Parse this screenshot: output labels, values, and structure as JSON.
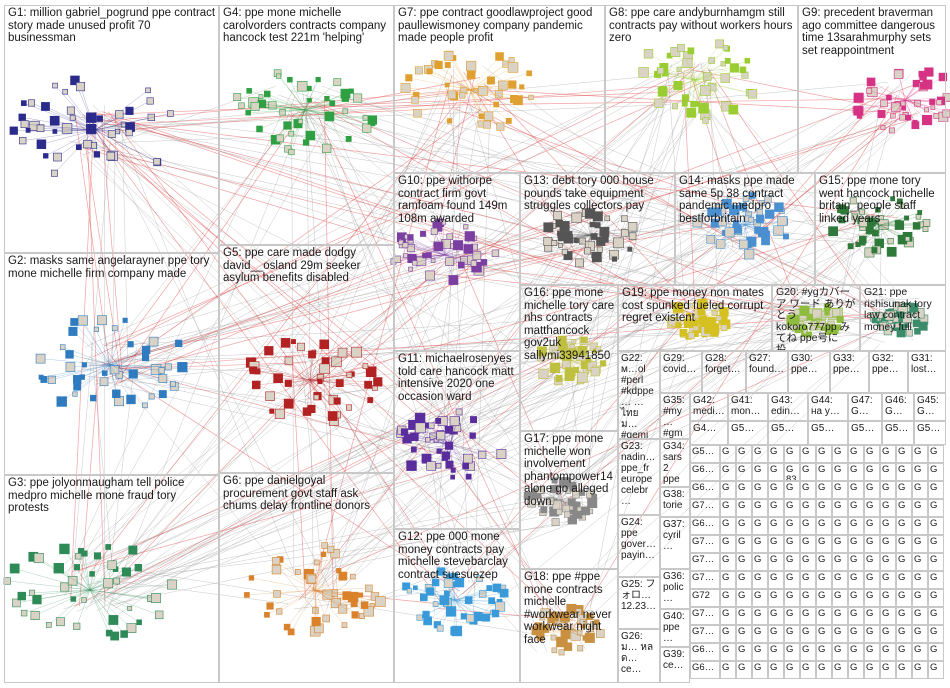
{
  "groups": [
    {
      "id": "G1",
      "label": "G1: million gabriel_pogrund ppe contract story made unused profit 70 businessman",
      "color": "#2b2b8c"
    },
    {
      "id": "G2",
      "label": "G2: masks same angelarayner ppe tory mone michelle firm company made",
      "color": "#2e7bbf"
    },
    {
      "id": "G3",
      "label": "G3: ppe jolyonmaugham tell police medpro michelle mone fraud tory protests",
      "color": "#2e8b57"
    },
    {
      "id": "G4",
      "label": "G4: ppe mone michelle carolvorders contracts company hancock test 221m 'helping'",
      "color": "#2ea043"
    },
    {
      "id": "G5",
      "label": "G5: ppe care made dodgy david__osland 29m seeker asylum benefits disabled",
      "color": "#b22222"
    },
    {
      "id": "G6",
      "label": "G6: ppe danielgoyal procurement govt staff ask chums delay frontline donors",
      "color": "#d9822b"
    },
    {
      "id": "G7",
      "label": "G7: ppe contract goodlawproject good paullewismoney company pandemic made people profit",
      "color": "#e0a030"
    },
    {
      "id": "G8",
      "label": "G8: ppe care andyburnhamgm still contracts pay without workers hours zero",
      "color": "#9acd32"
    },
    {
      "id": "G9",
      "label": "G9: precedent braverman ago committee dangerous time 13sarahmurphy sets set reappointment",
      "color": "#d63384"
    },
    {
      "id": "G10",
      "label": "G10: ppe withorpe contract firm govt ramfoam found 149m 108m awarded",
      "color": "#7a3fa0"
    },
    {
      "id": "G11",
      "label": "G11: michaelrosenyes told care hancock matt intensive 2020 one occasion ward",
      "color": "#5a2d9c"
    },
    {
      "id": "G12",
      "label": "G12: ppe 000 mone money contracts pay michelle stevebarclay contract suesuezep",
      "color": "#3a9ad9"
    },
    {
      "id": "G13",
      "label": "G13: debt tory 000 house pounds take equipment struggles collectors pay",
      "color": "#555555"
    },
    {
      "id": "G14",
      "label": "G14: masks ppe made same 5p 38 contract pandemic medpro bestforbritain",
      "color": "#4a8fd0"
    },
    {
      "id": "G15",
      "label": "G15: ppe mone tory went hancock michelle britain_people staff linked years",
      "color": "#2f7a3a"
    },
    {
      "id": "G16",
      "label": "G16: ppe mone michelle tory care nhs contracts matthancock gov2uk sallymi33941850",
      "color": "#c0c040"
    },
    {
      "id": "G17",
      "label": "G17: ppe mone michelle won involvement phantompower14 alone go alleged down",
      "color": "#888888"
    },
    {
      "id": "G18",
      "label": "G18: ppe #ppe mone contracts michelle #workwear never workwear night face",
      "color": "#c89040"
    },
    {
      "id": "G19",
      "label": "G19: ppe money non mates cost spunked fueled corrupt regret existent",
      "color": "#d4c020"
    },
    {
      "id": "G20",
      "label": "G20: #ygカバーア ワード ありがとう kokoro777pp みてね ppe号に投…",
      "color": "#8fbc3f"
    },
    {
      "id": "G21",
      "label": "G21: ppe rishisunak tory law contract money full",
      "color": "#3c8c6c"
    }
  ],
  "small_groups": [
    {
      "id": "G22",
      "label": "G22: м…ol #perl #kdppe… … ไทย ม… #gemi…"
    },
    {
      "id": "G29",
      "label": "G29: covid…"
    },
    {
      "id": "G28",
      "label": "G28: forget…"
    },
    {
      "id": "G27",
      "label": "G27: found…"
    },
    {
      "id": "G30",
      "label": "G30: ppe…"
    },
    {
      "id": "G33",
      "label": "G33: ppe…"
    },
    {
      "id": "G32",
      "label": "G32: ppe…"
    },
    {
      "id": "G31",
      "label": "G31: lost…"
    },
    {
      "id": "G35",
      "label": "G35: #my… #gm…"
    },
    {
      "id": "G42",
      "label": "G42: medi…"
    },
    {
      "id": "G41",
      "label": "G41: mon…"
    },
    {
      "id": "G43",
      "label": "G43: edin…"
    },
    {
      "id": "G44",
      "label": "G44: на у…"
    },
    {
      "id": "G47",
      "label": "G47: G…"
    },
    {
      "id": "G46",
      "label": "G46: G…"
    },
    {
      "id": "G45",
      "label": "G45: G…"
    },
    {
      "id": "G23",
      "label": "G23: nadin… ppe_fr europe celebr…"
    },
    {
      "id": "G34",
      "label": "G34: sars2 ppe…"
    },
    {
      "id": "G38",
      "label": "G38: torie…"
    },
    {
      "id": "G24",
      "label": "G24: ppe gover… payin…"
    },
    {
      "id": "G37",
      "label": "G37: cyril…"
    },
    {
      "id": "G25",
      "label": "G25: フォロ… 12.23…"
    },
    {
      "id": "G36",
      "label": "G36: polic…"
    },
    {
      "id": "G40",
      "label": "G40: ppe…"
    },
    {
      "id": "G26",
      "label": "G26: ม… หล ด… ce…"
    },
    {
      "id": "G39",
      "label": "G39: ce…"
    },
    {
      "id": "G4x",
      "label": "G4…"
    },
    {
      "id": "G5a",
      "label": "G5…"
    },
    {
      "id": "G6",
      "label": "G6…"
    },
    {
      "id": "G7",
      "label": "G7…"
    },
    {
      "id": "G72",
      "label": "G72"
    },
    {
      "id": "G83",
      "label": "G83"
    },
    {
      "id": "G",
      "label": "G"
    }
  ],
  "colors": {
    "edge_gray": "#9a9a9a",
    "edge_red": "#e03030",
    "border": "#c8c8c8"
  }
}
